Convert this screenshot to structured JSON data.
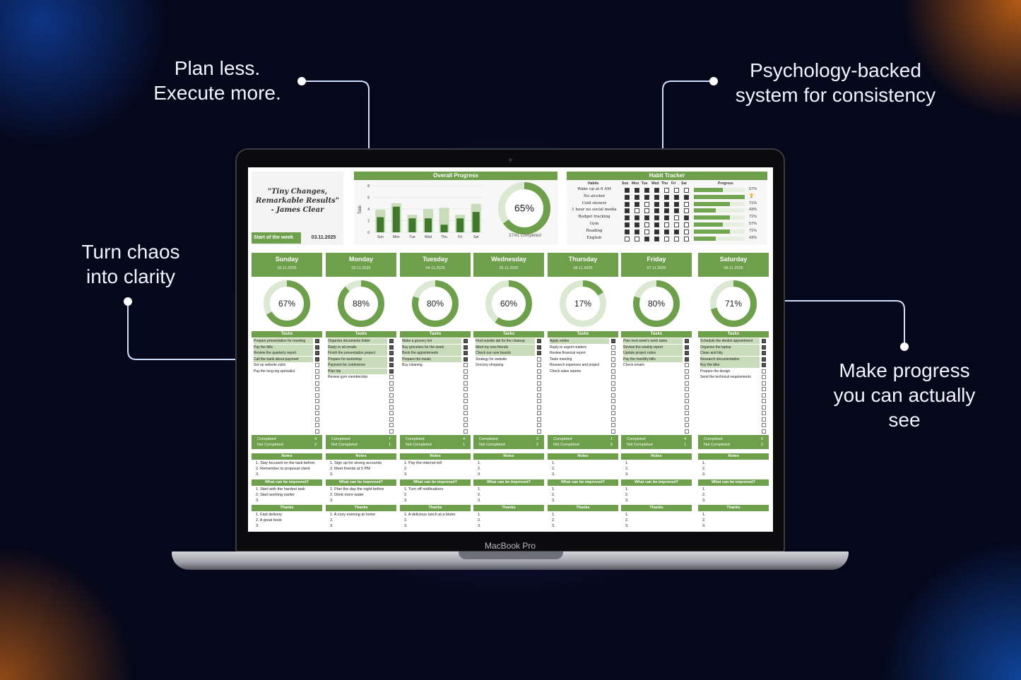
{
  "callouts": {
    "plan_line1": "Plan less.",
    "plan_line2": "Execute more.",
    "psych_line1": "Psychology-backed",
    "psych_line2": "system for consistency",
    "chaos_line1": "Turn chaos",
    "chaos_line2": "into clarity",
    "progress_line1": "Make progress",
    "progress_line2": "you can actually",
    "progress_line3": "see"
  },
  "laptop": {
    "label": "MacBook Pro"
  },
  "colors": {
    "accent": "#6ea04c",
    "accent_light": "#c8dcb9",
    "ring_track": "#dbe8d2"
  },
  "quote": {
    "line1": "\"Tiny Changes,",
    "line2": "Remarkable Results\"",
    "line3": "- James Clear",
    "week_start_label": "Start of the week",
    "week_start_date": "03.11.2025"
  },
  "overall_progress": {
    "title": "Overall Progress",
    "percent": 65,
    "percent_label": "65%",
    "caption": "37/41 Completed"
  },
  "chart_data": {
    "type": "bar",
    "categories": [
      "Sun",
      "Mon",
      "Tue",
      "Wed",
      "Thu",
      "Fri",
      "Sat"
    ],
    "series": [
      {
        "values": [
          2.6,
          4.4,
          2.4,
          2.4,
          1.3,
          2.4,
          3.5
        ]
      },
      {
        "values": [
          3.9,
          5.0,
          3.0,
          4.0,
          4.2,
          3.0,
          4.9
        ]
      }
    ],
    "ylim": [
      0,
      8
    ],
    "yticks": [
      0,
      2,
      4,
      6,
      8
    ],
    "ylabel": "Task"
  },
  "habit_tracker": {
    "title": "Habit Tracker",
    "col_habit": "Habits",
    "col_days": [
      "Sun",
      "Mon",
      "Tue",
      "Wed",
      "Thu",
      "Fri",
      "Sat"
    ],
    "col_progress": "Progress",
    "rows": [
      {
        "name": "Wake up at 6 AM",
        "checks": [
          1,
          1,
          1,
          1,
          0,
          0,
          0
        ],
        "progress": 57,
        "label": "57%"
      },
      {
        "name": "No alcohol",
        "checks": [
          1,
          1,
          1,
          1,
          1,
          1,
          1
        ],
        "progress": 100,
        "label": "🏆"
      },
      {
        "name": "Cold shower",
        "checks": [
          1,
          1,
          0,
          1,
          1,
          1,
          0
        ],
        "progress": 71,
        "label": "71%"
      },
      {
        "name": "1 hour no social media",
        "checks": [
          1,
          0,
          0,
          1,
          1,
          1,
          0
        ],
        "progress": 43,
        "label": "43%"
      },
      {
        "name": "Budget tracking",
        "checks": [
          1,
          1,
          1,
          1,
          1,
          0,
          1
        ],
        "progress": 71,
        "label": "71%"
      },
      {
        "name": "Gym",
        "checks": [
          1,
          1,
          0,
          1,
          0,
          0,
          0
        ],
        "progress": 57,
        "label": "57%"
      },
      {
        "name": "Reading",
        "checks": [
          1,
          1,
          0,
          1,
          1,
          1,
          0
        ],
        "progress": 71,
        "label": "71%"
      },
      {
        "name": "English",
        "checks": [
          0,
          0,
          1,
          1,
          0,
          0,
          0
        ],
        "progress": 43,
        "label": "43%"
      }
    ]
  },
  "labels": {
    "tasks": "Tasks",
    "completed": "Completed",
    "not_completed": "Not Completed",
    "notes": "Notes",
    "improve": "What can be improved?",
    "thanks": "Thanks"
  },
  "days": [
    {
      "name": "Sunday",
      "date": "02.11.2025",
      "percent": 67,
      "percent_label": "67%",
      "completed_count": "4",
      "not_completed_count": "2",
      "tasks": [
        {
          "text": "Prepare presentation for meeting",
          "done": true
        },
        {
          "text": "Pay the bills",
          "done": true
        },
        {
          "text": "Review the quarterly report",
          "done": true
        },
        {
          "text": "Call the bank about payment",
          "done": true
        },
        {
          "text": "Set up website visits",
          "done": false
        },
        {
          "text": "Pay the long-ing specialist",
          "done": false
        }
      ],
      "notes": [
        "1. Stay focused on the task before",
        "2. Remember to proposal client",
        "3."
      ],
      "improve": [
        "1. Start with the hardest task",
        "2. Start working earlier",
        "3."
      ],
      "thanks": [
        "1. Fast delivery",
        "2. A great book",
        "3."
      ]
    },
    {
      "name": "Monday",
      "date": "03.11.2025",
      "percent": 88,
      "percent_label": "88%",
      "completed_count": "7",
      "not_completed_count": "1",
      "tasks": [
        {
          "text": "Organize documents folder",
          "done": true
        },
        {
          "text": "Reply to all emails",
          "done": true
        },
        {
          "text": "Finish the presentation project",
          "done": true
        },
        {
          "text": "Prepare for workshop",
          "done": true
        },
        {
          "text": "Payment for conference",
          "done": true
        },
        {
          "text": "Plan trip",
          "done": true
        },
        {
          "text": "Review gym membership",
          "done": false
        }
      ],
      "notes": [
        "1. Sign up for strong accounts",
        "2. Meet friends at 5 PM",
        "3."
      ],
      "improve": [
        "1. Plan the day the night before",
        "2. Drink more water",
        "3."
      ],
      "thanks": [
        "1. A cozy evening at home",
        "2.",
        "3."
      ]
    },
    {
      "name": "Tuesday",
      "date": "04.11.2025",
      "percent": 80,
      "percent_label": "80%",
      "completed_count": "4",
      "not_completed_count": "1",
      "tasks": [
        {
          "text": "Make a grocery list",
          "done": true
        },
        {
          "text": "Buy groceries for the week",
          "done": true
        },
        {
          "text": "Book the appointments",
          "done": true
        },
        {
          "text": "Prepare the meals",
          "done": true
        },
        {
          "text": "Buy cleaning",
          "done": false
        }
      ],
      "notes": [
        "1. Pay the internet bill",
        "2.",
        "3."
      ],
      "improve": [
        "1. Turn off notifications",
        "2.",
        "3."
      ],
      "thanks": [
        "1. A delicious lunch at a bistro",
        "2.",
        "3."
      ]
    },
    {
      "name": "Wednesday",
      "date": "05.11.2025",
      "percent": 60,
      "percent_label": "60%",
      "completed_count": "3",
      "not_completed_count": "2",
      "tasks": [
        {
          "text": "Find outside lab for the cleanup",
          "done": true
        },
        {
          "text": "Meet my new friends",
          "done": true
        },
        {
          "text": "Check our new boards",
          "done": true
        },
        {
          "text": "Strategy for website",
          "done": false
        },
        {
          "text": "Grocery shopping",
          "done": false
        }
      ],
      "notes": [
        "1.",
        "2.",
        "3."
      ],
      "improve": [
        "1.",
        "2.",
        "3."
      ],
      "thanks": [
        "1.",
        "2.",
        "3."
      ]
    },
    {
      "name": "Thursday",
      "date": "06.11.2025",
      "percent": 17,
      "percent_label": "17%",
      "completed_count": "1",
      "not_completed_count": "5",
      "tasks": [
        {
          "text": "Apply online",
          "done": true
        },
        {
          "text": "Reply to urgent matters",
          "done": false
        },
        {
          "text": "Review financial report",
          "done": false
        },
        {
          "text": "Team meeting",
          "done": false
        },
        {
          "text": "Research expenses and project",
          "done": false
        },
        {
          "text": "Check sales reports",
          "done": false
        }
      ],
      "notes": [
        "1.",
        "2.",
        "3."
      ],
      "improve": [
        "1.",
        "2.",
        "3."
      ],
      "thanks": [
        "1.",
        "2.",
        "3."
      ]
    },
    {
      "name": "Friday",
      "date": "07.11.2025",
      "percent": 80,
      "percent_label": "80%",
      "completed_count": "4",
      "not_completed_count": "1",
      "tasks": [
        {
          "text": "Plan next week's work tasks",
          "done": true
        },
        {
          "text": "Review the weekly report",
          "done": true
        },
        {
          "text": "Update project notes",
          "done": true
        },
        {
          "text": "Pay the monthly bills",
          "done": true
        },
        {
          "text": "Check emails",
          "done": false
        }
      ],
      "notes": [
        "1.",
        "2.",
        "3."
      ],
      "improve": [
        "1.",
        "2.",
        "3."
      ],
      "thanks": [
        "1.",
        "2.",
        "3."
      ]
    },
    {
      "name": "Saturday",
      "date": "08.11.2025",
      "percent": 71,
      "percent_label": "71%",
      "completed_count": "5",
      "not_completed_count": "2",
      "tasks": [
        {
          "text": "Schedule the dentist appointment",
          "done": true
        },
        {
          "text": "Organize the laptop",
          "done": true
        },
        {
          "text": "Clean and tidy",
          "done": true
        },
        {
          "text": "Research documentation",
          "done": true
        },
        {
          "text": "Buy the bike",
          "done": true
        },
        {
          "text": "Prepare the design",
          "done": false
        },
        {
          "text": "Send the technical requirements",
          "done": false
        }
      ],
      "notes": [
        "1.",
        "2.",
        "3."
      ],
      "improve": [
        "1.",
        "2.",
        "3."
      ],
      "thanks": [
        "1.",
        "2.",
        "3."
      ]
    }
  ]
}
